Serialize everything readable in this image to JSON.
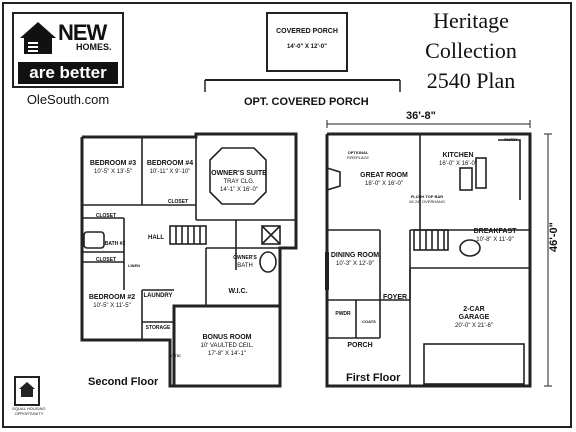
{
  "logo": {
    "new": "NEW",
    "homes": "HOMES.",
    "better": "are better",
    "url": "OleSouth.com"
  },
  "title": {
    "line1": "Heritage",
    "line2": "Collection",
    "line3": "2540 Plan"
  },
  "optional_porch": {
    "label": "COVERED PORCH",
    "dims": "14'-0\" X 12'-0\"",
    "caption": "OPT. COVERED PORCH"
  },
  "second_floor": {
    "label": "Second Floor",
    "rooms": {
      "bedroom3": {
        "name": "BEDROOM #3",
        "dims": "10'-5\" X 13'-5\""
      },
      "bedroom4": {
        "name": "BEDROOM #4",
        "dims": "10'-11\" X 9'-10\""
      },
      "owners_suite": {
        "name": "OWNER'S SUITE",
        "note": "TRAY CLG.",
        "dims": "14'-1\" X 16'-0\""
      },
      "closet1": {
        "name": "CLOSET"
      },
      "closet2": {
        "name": "CLOSET"
      },
      "bath2": {
        "name": "BATH #2"
      },
      "closet3": {
        "name": "CLOSET"
      },
      "linen": {
        "name": "LINEN"
      },
      "hall": {
        "name": "HALL"
      },
      "owners_bath": {
        "name": "OWNER'S",
        "name2": "BATH"
      },
      "wic": {
        "name": "W.I.C."
      },
      "bedroom2": {
        "name": "BEDROOM #2",
        "dims": "10'-5\" X 11'-5\""
      },
      "laundry": {
        "name": "LAUNDRY"
      },
      "storage": {
        "name": "STORAGE"
      },
      "bonus": {
        "name": "BONUS ROOM",
        "note": "10' VAULTED CEIL.",
        "dims": "17'-8\" X 14'-1\""
      },
      "attic": {
        "name": "ATTIC"
      }
    }
  },
  "first_floor": {
    "label": "First Floor",
    "width_dim": "36'-8\"",
    "depth_dim": "46'-0\"",
    "rooms": {
      "pantry": {
        "name": "PNTRY"
      },
      "fireplace": {
        "name": "OPTIONAL",
        "name2": "FIREPLACE"
      },
      "great_room": {
        "name": "GREAT ROOM",
        "dims": "18'-0\" X 16'-0\""
      },
      "kitchen": {
        "name": "KITCHEN",
        "dims": "16'-0\" X 16'-0\""
      },
      "flush_bar": {
        "name": "FLUSH TOP BAR",
        "name2": "W/ 24\" OVERHANG"
      },
      "breakfast": {
        "name": "BREAKFAST",
        "dims": "10'-8\" X 11'-9\""
      },
      "dining": {
        "name": "DINING ROOM",
        "dims": "10'-3\" X 12'-9\""
      },
      "foyer": {
        "name": "FOYER"
      },
      "pwdr": {
        "name": "PWDR"
      },
      "coats": {
        "name": "COATS"
      },
      "porch": {
        "name": "PORCH"
      },
      "garage": {
        "name": "2-CAR",
        "name2": "GARAGE",
        "dims": "20'-0\" X 21'-6\""
      }
    }
  },
  "eho": {
    "text1": "EQUAL HOUSING",
    "text2": "OPPORTUNITY"
  }
}
